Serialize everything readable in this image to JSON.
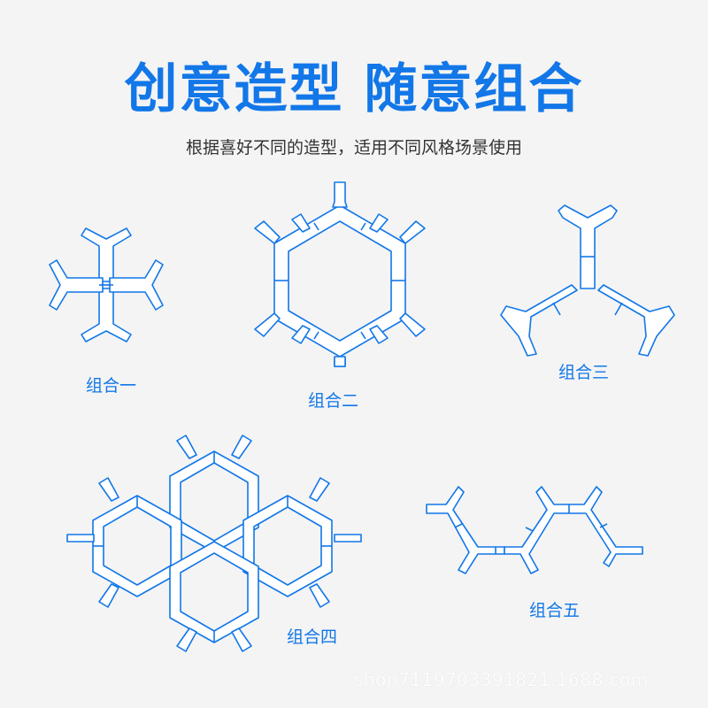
{
  "header": {
    "title": "创意造型 随意组合",
    "subtitle": "根据喜好不同的造型，适用不同风格场景使用"
  },
  "combinations": [
    {
      "label": "组合一"
    },
    {
      "label": "组合二"
    },
    {
      "label": "组合三"
    },
    {
      "label": "组合四"
    },
    {
      "label": "组合五"
    }
  ],
  "watermark": "shop7119703391821.1688.com",
  "colors": {
    "accent": "#1277e8",
    "background": "#f4f4f4",
    "subtitle_text": "#333333"
  }
}
